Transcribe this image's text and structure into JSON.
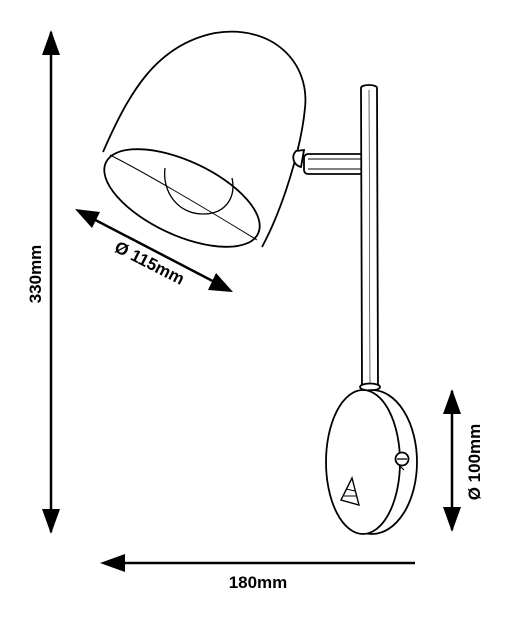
{
  "dimensions": {
    "height_label": "330mm",
    "shade_diameter_label": "Ø 115mm",
    "base_diameter_label": "Ø 100mm",
    "width_label": "180mm"
  },
  "colors": {
    "line": "#000000",
    "background": "#ffffff"
  }
}
